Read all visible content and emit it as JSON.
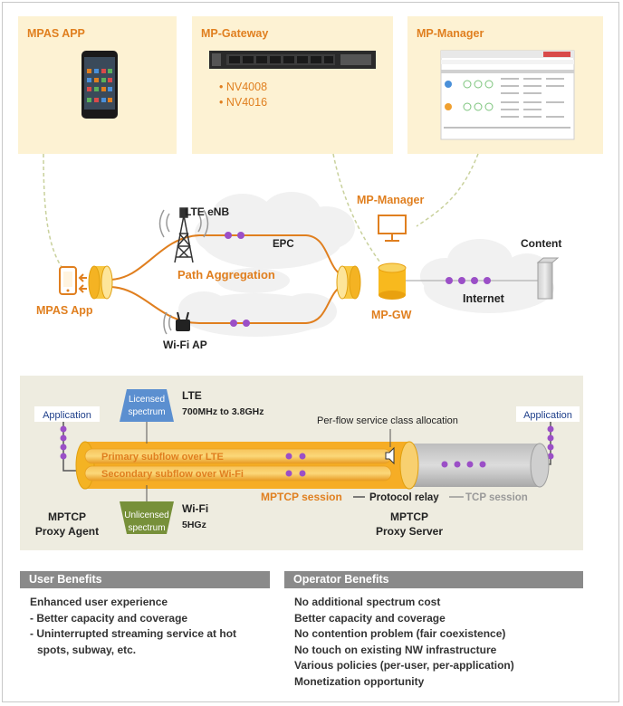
{
  "panels": {
    "mpas_app": {
      "title": "MPAS APP"
    },
    "mp_gateway": {
      "title": "MP-Gateway",
      "items": [
        "NV4008",
        "NV4016"
      ]
    },
    "mp_manager": {
      "title": "MP-Manager"
    }
  },
  "network": {
    "lte_enb": "LTE eNB",
    "epc": "EPC",
    "path_aggregation": "Path Aggregation",
    "mp_manager": "MP-Manager",
    "content": "Content",
    "internet": "Internet",
    "mpas_app": "MPAS App",
    "mp_gw": "MP-GW",
    "wifi_ap": "Wi-Fi AP"
  },
  "session": {
    "application_left": "Application",
    "application_right": "Application",
    "licensed_line1": "Licensed",
    "licensed_line2": "spectrum",
    "lte_label": "LTE",
    "lte_freq": "700MHz to 3.8GHz",
    "per_flow": "Per-flow service class allocation",
    "primary_subflow": "Primary subflow over LTE",
    "secondary_subflow": "Secondary subflow over Wi-Fi",
    "mptcp_session": "MPTCP session",
    "protocol_relay": "Protocol relay",
    "tcp_session": "TCP session",
    "unlicensed_line1": "Unlicensed",
    "unlicensed_line2": "spectrum",
    "wifi_label": "Wi-Fi",
    "wifi_freq": "5HGz",
    "proxy_agent_line1": "MPTCP",
    "proxy_agent_line2": "Proxy Agent",
    "proxy_server_line1": "MPTCP",
    "proxy_server_line2": "Proxy Server"
  },
  "user_benefits": {
    "title": "User Benefits",
    "items": [
      "Enhanced user experience",
      "- Better capacity and coverage",
      "- Uninterrupted streaming service at hot",
      "  spots, subway, etc."
    ]
  },
  "operator_benefits": {
    "title": "Operator Benefits",
    "items": [
      "No additional spectrum cost",
      "Better capacity and coverage",
      "No contention problem (fair coexistence)",
      "No touch on existing NW infrastructure",
      "Various policies (per-user, per-application)",
      "Monetization opportunity"
    ]
  },
  "colors": {
    "orange": "#e07f1f",
    "panel_bg": "#fdf2d3",
    "purple": "#9b4fc7",
    "licensed_blue": "#5b8fd0",
    "unlicensed_green": "#77903a",
    "gray_header": "#8a8a8a"
  }
}
